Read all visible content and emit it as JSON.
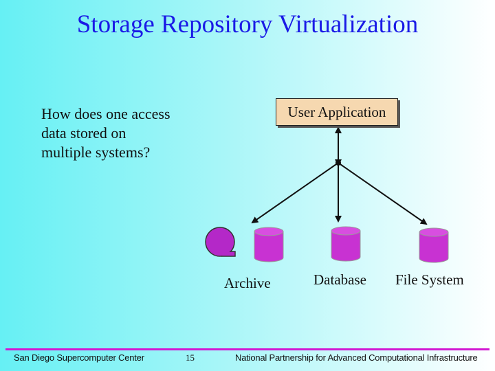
{
  "slide": {
    "title": "Storage Repository Virtualization",
    "question": "How does one access data stored on multiple systems?"
  },
  "diagram": {
    "app_label": "User Application",
    "targets": [
      {
        "label": "Archive"
      },
      {
        "label": "Database"
      },
      {
        "label": "File System"
      }
    ]
  },
  "footer": {
    "left": "San Diego Supercomputer Center",
    "page": "15",
    "right": "National Partnership for Advanced Computational Infrastructure"
  },
  "colors": {
    "title": "#1a1ae6",
    "cylinder": "#c832d2",
    "tape": "#b428c8",
    "app_box": "#f6d8b0",
    "footer_bar": "#d218d2"
  }
}
